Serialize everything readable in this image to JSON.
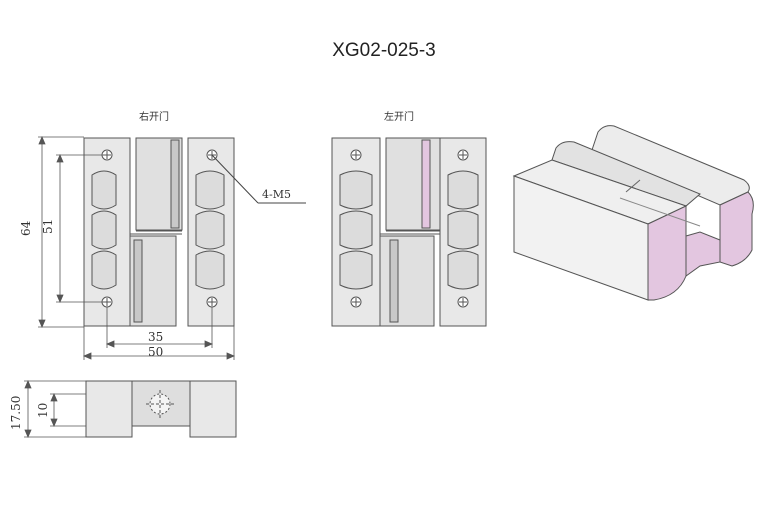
{
  "title": "XG02-025-3",
  "views": {
    "right_door": "右开门",
    "left_door": "左开门"
  },
  "dimensions": {
    "height_total": "64",
    "hole_spacing_vertical": "51",
    "hole_spacing_horizontal": "35",
    "width_total": "50",
    "thickness_total": "17.50",
    "thickness_leaf": "10",
    "hole_callout": "4-M5"
  },
  "colors": {
    "line": "#555555",
    "fill_light": "#e6e6e6",
    "fill_mid": "#d4d4d4",
    "section_pink": "#e3c6e0"
  }
}
